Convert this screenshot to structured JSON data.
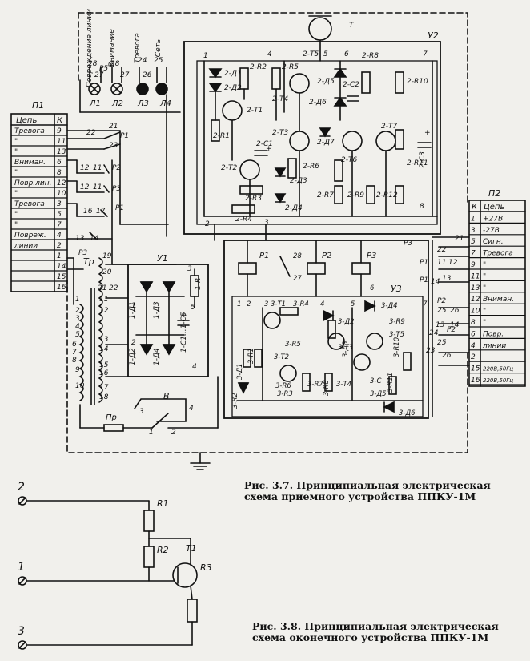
{
  "captions": {
    "fig37_line1": "Рис. 3.7. Принципиальная электрическая",
    "fig37_line2": "схема приемного устройства ППКУ-1М",
    "fig38_line1": "Рис. 3.8. Принципиальная электрическая",
    "fig38_line2": "схема оконечного устройства ППКУ-1М"
  },
  "lamps": {
    "labels": [
      "Л1",
      "Л2",
      "Л3",
      "Л4"
    ],
    "signals": [
      "Повреждение линии",
      "Внимание",
      "Тревога",
      "Сеть"
    ],
    "pins": [
      "28",
      "28",
      "24",
      "25",
      "27",
      "27",
      "26"
    ],
    "relay_label": "Р5"
  },
  "p1": {
    "title": "П1",
    "header": [
      "Цепь",
      "К"
    ],
    "rows": [
      [
        "Тревога",
        "9"
      ],
      [
        "\"",
        "11"
      ],
      [
        "\"",
        "13"
      ],
      [
        "Вниман.",
        "6"
      ],
      [
        "\"",
        "8"
      ],
      [
        "Повр.лин.",
        "12"
      ],
      [
        "\"",
        "10"
      ],
      [
        "Тревога",
        "3"
      ],
      [
        "\"",
        "5"
      ],
      [
        "\"",
        "7"
      ],
      [
        "Повреж.",
        "4"
      ],
      [
        "линии",
        "2"
      ],
      [
        "",
        "1"
      ],
      [
        "",
        "14"
      ],
      [
        "",
        "15"
      ],
      [
        "",
        "16"
      ]
    ]
  },
  "p2": {
    "title": "П2",
    "header": [
      "К",
      "Цепь"
    ],
    "rows": [
      [
        "1",
        "+27В"
      ],
      [
        "3",
        "-27В"
      ],
      [
        "5",
        "Сигн."
      ],
      [
        "7",
        "Тревога"
      ],
      [
        "9",
        "\""
      ],
      [
        "11",
        "\""
      ],
      [
        "13",
        "\""
      ],
      [
        "12",
        "Вниман."
      ],
      [
        "10",
        "\""
      ],
      [
        "8",
        "\""
      ],
      [
        "6",
        "Повр."
      ],
      [
        "4",
        "линии"
      ],
      [
        "2",
        ""
      ],
      [
        "15",
        "220В,50Гц"
      ],
      [
        "16",
        "220В,50Гц"
      ]
    ]
  },
  "relay_contacts": {
    "left": [
      "22",
      "21",
      "23",
      "Р1",
      "12",
      "11",
      "Р2",
      "12",
      "11",
      "Р3",
      "16",
      "17",
      "Р1",
      "13",
      "14",
      "Р3"
    ],
    "right": [
      "22",
      "21",
      "Р3",
      "12",
      "11",
      "Р1",
      "13",
      "14",
      "Р1",
      "Р2",
      "25",
      "26",
      "13",
      "14",
      "24",
      "Р2",
      "25",
      "23",
      "26"
    ]
  },
  "block_y1": {
    "title": "У1",
    "labels": [
      "1-Д1",
      "1-Д3",
      "1-Д2",
      "1-Д4",
      "1-R",
      "1-С1...1-С5",
      "1",
      "2",
      "3",
      "4",
      "5",
      "+"
    ]
  },
  "block_y2": {
    "title": "У2",
    "labels": [
      "2-Д1",
      "2-Д2",
      "2-R2",
      "2-R5",
      "2-Т1",
      "2-Т4",
      "2-Т5",
      "2-Д5",
      "2-Д6",
      "2-R8",
      "2-С2",
      "2-R10",
      "2-Т7",
      "2-R1",
      "2-Т3",
      "2-Д7",
      "2-Т6",
      "2-R11",
      "2-С1",
      "2-Т2",
      "2-R6",
      "2-С3",
      "2-Д3",
      "2-R3",
      "2-R7",
      "2-R9",
      "2-R12",
      "2-R4",
      "2-Д4",
      "Т",
      "1",
      "2",
      "3",
      "4",
      "5",
      "6",
      "7",
      "8",
      "+",
      "+"
    ]
  },
  "block_y3": {
    "title": "У3",
    "relays": [
      "Р1",
      "Р2",
      "Р3"
    ],
    "labels": [
      "3-Т1",
      "3-R4",
      "3-Д4",
      "3-Д2",
      "3-R9",
      "3-Т5",
      "3-R5",
      "3-Т3",
      "3-Д3",
      "3-R2",
      "3-Т2",
      "3-R6",
      "3-R7",
      "3-Т4",
      "3-R10",
      "3-Д1",
      "3-R1",
      "3-R3",
      "3-R8",
      "3-R11",
      "3-С",
      "3-Д5",
      "3-Д6",
      "1",
      "2",
      "3",
      "4",
      "5",
      "6",
      "7",
      "28",
      "27"
    ]
  },
  "transformer": {
    "label": "Тр",
    "pins": [
      "19",
      "20",
      "21",
      "22",
      "11",
      "12",
      "13",
      "14",
      "15",
      "16",
      "17",
      "18",
      "1",
      "2",
      "3",
      "4",
      "5",
      "6",
      "7",
      "8",
      "9",
      "10"
    ]
  },
  "fuse_switch": {
    "fuse": "Пр",
    "switch": "В",
    "pins": [
      "3",
      "4",
      "1",
      "2"
    ]
  },
  "fig38_labels": [
    "2",
    "1",
    "3",
    "R1",
    "R2",
    "Т1",
    "R3"
  ]
}
